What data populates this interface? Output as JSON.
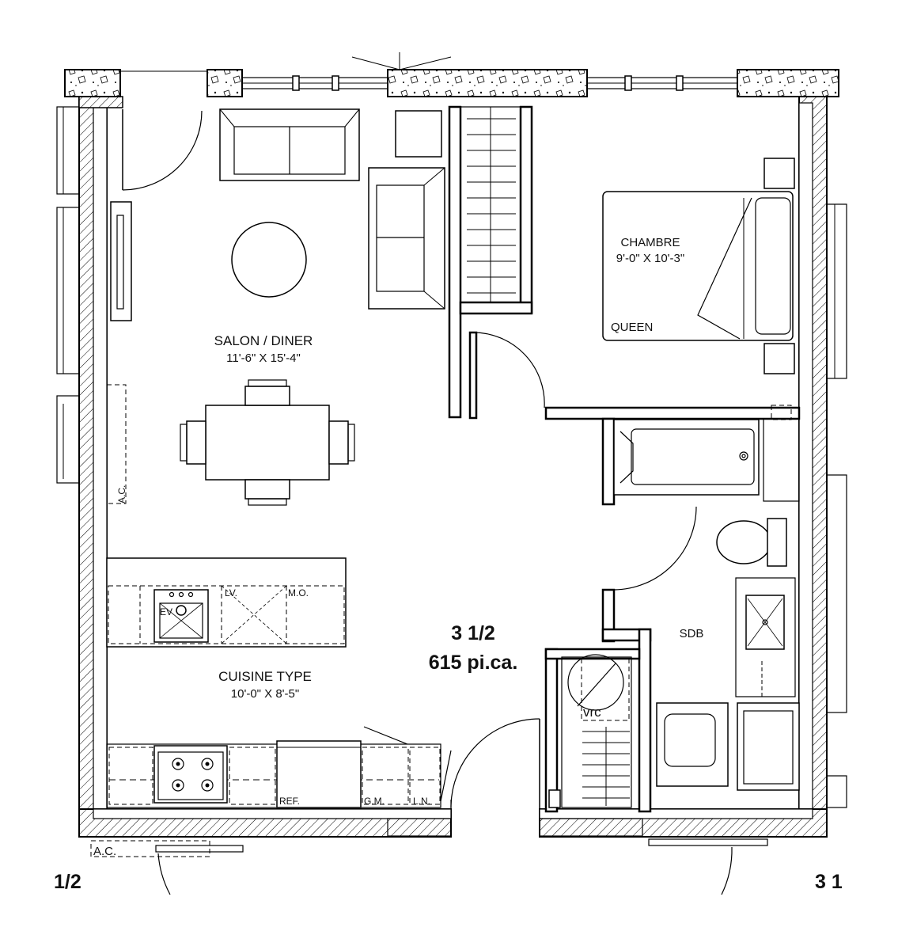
{
  "unit": {
    "type": "3 1/2",
    "area": "615 pi.ca."
  },
  "rooms": {
    "salon": {
      "name": "SALON / DINER",
      "dims": "11'-6\" X 15'-4\""
    },
    "chambre": {
      "name": "CHAMBRE",
      "dims": "9'-0\" X 10'-3\""
    },
    "cuisine": {
      "name": "CUISINE TYPE",
      "dims": "10'-0\" X 8'-5\""
    },
    "sdb": {
      "name": "SDB"
    }
  },
  "fixtures": {
    "bed": "QUEEN",
    "ac_left": "A.C.",
    "ac_bottom": "A.C.",
    "sink": "EV",
    "dishwasher": "LV.",
    "microwave": "M.O.",
    "fridge": "REF.",
    "freezer": "G.M.",
    "laundry": "L.N.",
    "vrc": "vrc"
  },
  "margins": {
    "left_unit": "1/2",
    "right_unit": "3 1"
  }
}
